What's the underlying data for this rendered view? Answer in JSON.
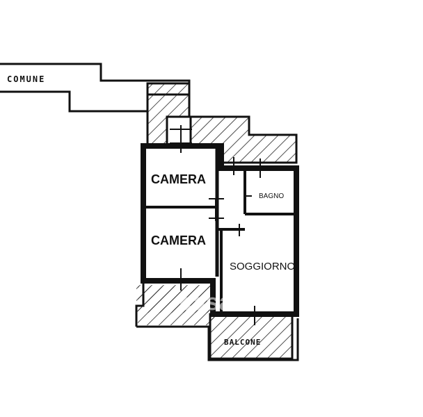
{
  "plan": {
    "labels": {
      "common_area": "COMUNE",
      "room_1": "CAMERA",
      "room_2": "CAMERA",
      "bathroom": "BAGNO",
      "living_room": "SOGGIORNO",
      "balcony": "BALCONE"
    },
    "watermark": "casa.it",
    "colors": {
      "wall": "#111111",
      "hatch": "#222222",
      "background": "#ffffff"
    }
  }
}
